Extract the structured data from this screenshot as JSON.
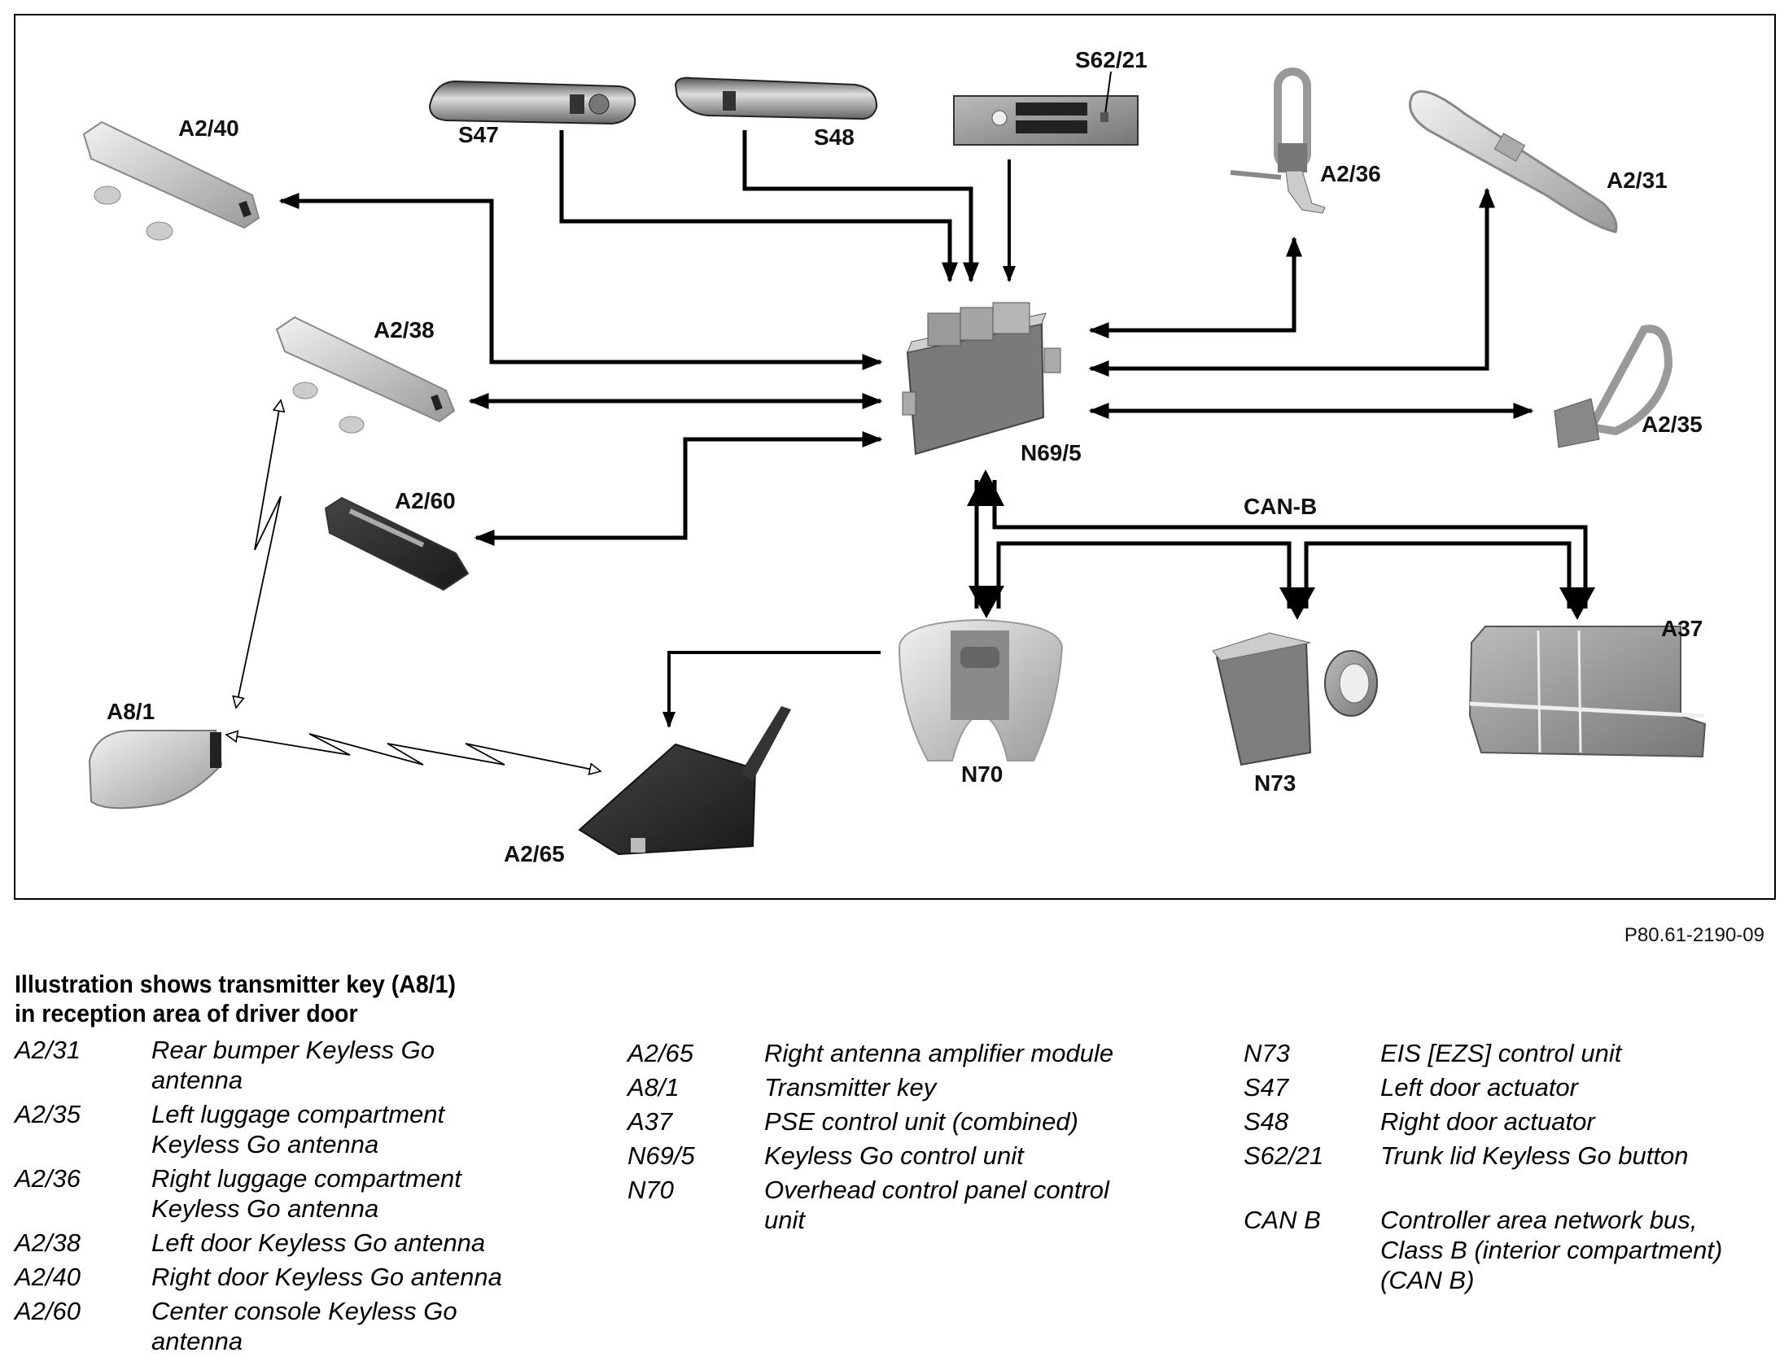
{
  "diagram": {
    "components": [
      {
        "id": "S47",
        "label": "S47"
      },
      {
        "id": "S48",
        "label": "S48"
      },
      {
        "id": "S62/21",
        "label": "S62/21"
      },
      {
        "id": "A2/40",
        "label": "A2/40"
      },
      {
        "id": "A2/38",
        "label": "A2/38"
      },
      {
        "id": "A2/60",
        "label": "A2/60"
      },
      {
        "id": "A8/1",
        "label": "A8/1"
      },
      {
        "id": "A2/65",
        "label": "A2/65"
      },
      {
        "id": "N69/5",
        "label": "N69/5"
      },
      {
        "id": "N70",
        "label": "N70"
      },
      {
        "id": "N73",
        "label": "N73"
      },
      {
        "id": "A37",
        "label": "A37"
      },
      {
        "id": "A2/36",
        "label": "A2/36"
      },
      {
        "id": "A2/31",
        "label": "A2/31"
      },
      {
        "id": "A2/35",
        "label": "A2/35"
      }
    ],
    "bus_label": "CAN-B",
    "connections": [
      {
        "from": "S47",
        "to": "N69/5",
        "type": "wire"
      },
      {
        "from": "S48",
        "to": "N69/5",
        "type": "wire"
      },
      {
        "from": "S62/21",
        "to": "N69/5",
        "type": "wire"
      },
      {
        "from": "N69/5",
        "to": "A2/40",
        "type": "wire"
      },
      {
        "from": "N69/5",
        "to": "A2/38",
        "type": "wire-bidirectional"
      },
      {
        "from": "N69/5",
        "to": "A2/60",
        "type": "wire"
      },
      {
        "from": "N69/5",
        "to": "A2/36",
        "type": "wire"
      },
      {
        "from": "N69/5",
        "to": "A2/31",
        "type": "wire"
      },
      {
        "from": "N69/5",
        "to": "A2/35",
        "type": "wire-bidirectional"
      },
      {
        "from": "N69/5",
        "to": "A2/65",
        "type": "wire"
      },
      {
        "from": "N69/5",
        "to": "N70",
        "type": "CAN-B"
      },
      {
        "from": "N69/5",
        "to": "N73",
        "type": "CAN-B"
      },
      {
        "from": "N69/5",
        "to": "A37",
        "type": "CAN-B"
      },
      {
        "from": "A2/38",
        "to": "A8/1",
        "type": "radio"
      },
      {
        "from": "A8/1",
        "to": "A2/65",
        "type": "radio"
      }
    ]
  },
  "figure_id": "P80.61-2190-09",
  "caption": {
    "line1": "Illustration shows transmitter key (A8/1)",
    "line2": "in reception area of driver door"
  },
  "legend": {
    "col1": [
      {
        "code": "A2/31",
        "desc": "Rear bumper Keyless Go\nantenna"
      },
      {
        "code": "A2/35",
        "desc": "Left luggage compartment\nKeyless Go antenna"
      },
      {
        "code": "A2/36",
        "desc": "Right luggage compartment\nKeyless Go antenna"
      },
      {
        "code": "A2/38",
        "desc": "Left door Keyless Go antenna"
      },
      {
        "code": "A2/40",
        "desc": "Right door Keyless Go antenna"
      },
      {
        "code": "A2/60",
        "desc": "Center console Keyless Go\nantenna"
      }
    ],
    "col2": [
      {
        "code": "A2/65",
        "desc": "Right antenna amplifier module"
      },
      {
        "code": "A8/1",
        "desc": "Transmitter key"
      },
      {
        "code": "A37",
        "desc": "PSE control unit (combined)"
      },
      {
        "code": "N69/5",
        "desc": "Keyless Go control unit"
      },
      {
        "code": "N70",
        "desc": "Overhead control panel control\nunit"
      }
    ],
    "col3": [
      {
        "code": "N73",
        "desc": "EIS [EZS] control unit"
      },
      {
        "code": "S47",
        "desc": "Left door actuator"
      },
      {
        "code": "S48",
        "desc": "Right door actuator"
      },
      {
        "code": "S62/21",
        "desc": "Trunk lid Keyless Go button"
      }
    ],
    "col3_extra": {
      "code": "CAN B",
      "desc": "Controller area network bus,\nClass B (interior compartment)\n(CAN B)"
    }
  }
}
